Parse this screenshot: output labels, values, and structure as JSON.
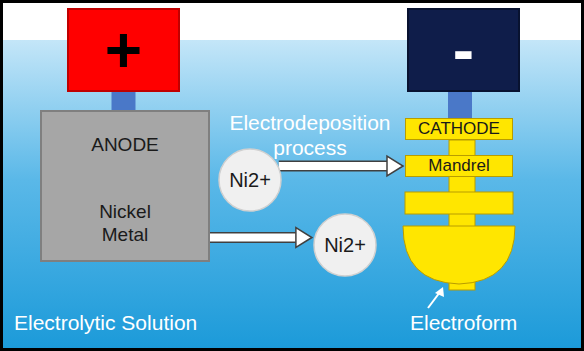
{
  "diagram": {
    "nodes": [
      {
        "text": [
          "+"
        ]
      },
      {
        "text": [
          "-"
        ]
      },
      {
        "text": [
          "ANODE",
          "Nickel Metal"
        ]
      },
      {
        "text": [
          "Ni2+"
        ]
      },
      {
        "text": [
          "Ni2+"
        ]
      },
      {
        "text": [
          "CATHODE"
        ]
      },
      {
        "text": [
          "Mandrel"
        ]
      }
    ],
    "edges": [
      {
        "from": 0,
        "to": 2,
        "arrow": "none"
      },
      {
        "from": 1,
        "to": 5,
        "arrow": "none"
      },
      {
        "from": 3,
        "to": 6,
        "arrow": "to"
      },
      {
        "from": 2,
        "to": 4,
        "arrow": "to"
      }
    ],
    "labels": [
      "Electrodeposition process",
      "Electroform",
      "Electrolytic Solution"
    ]
  }
}
